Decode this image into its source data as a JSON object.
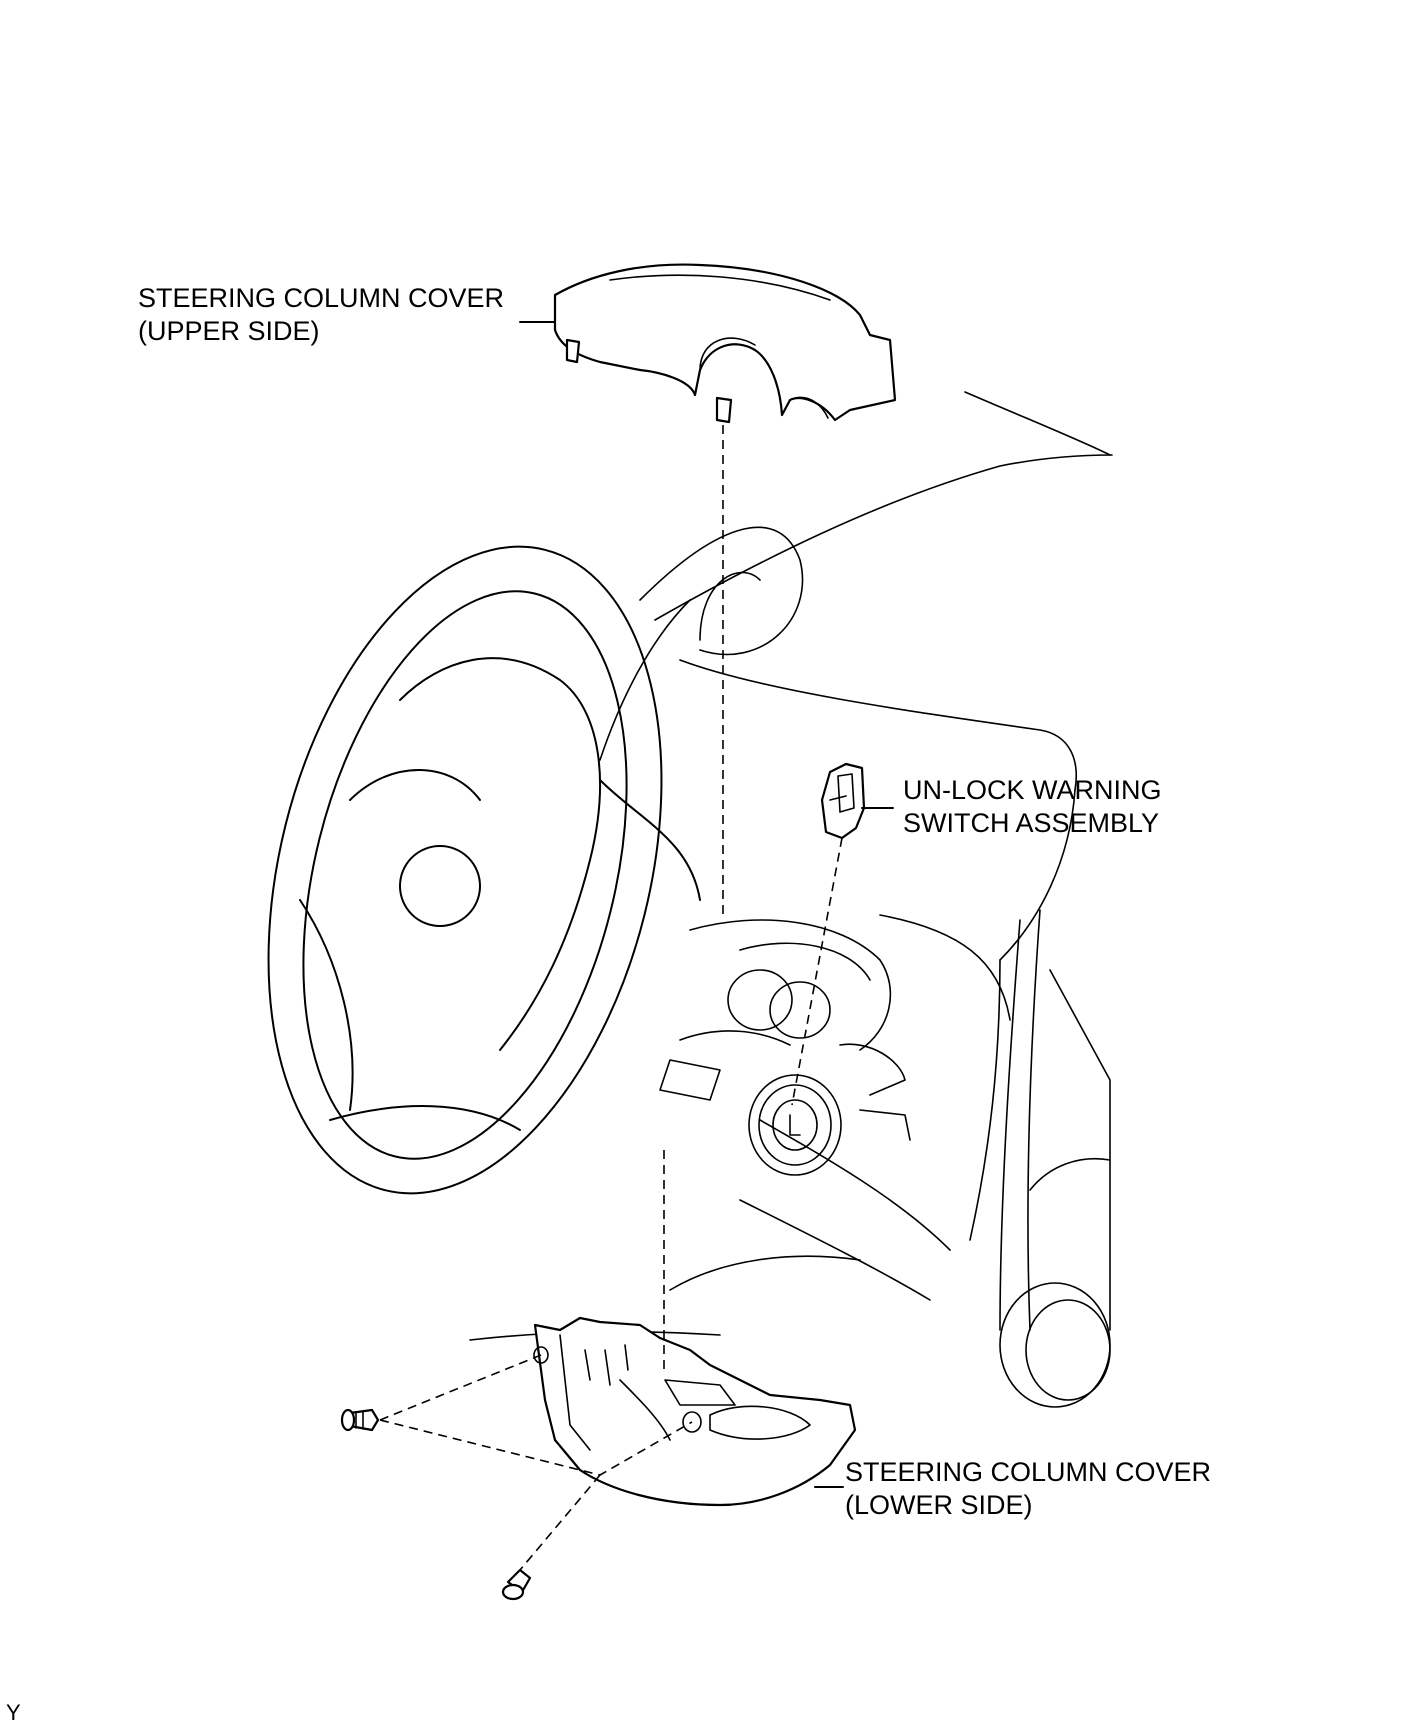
{
  "labels": {
    "upper_cover": [
      "STEERING COLUMN COVER",
      "(UPPER SIDE)"
    ],
    "unlock_switch": [
      "UN-LOCK WARNING",
      "SWITCH ASSEMBLY"
    ],
    "lower_cover": [
      "STEERING COLUMN COVER",
      "(LOWER SIDE)"
    ]
  },
  "figure_code": "Y"
}
